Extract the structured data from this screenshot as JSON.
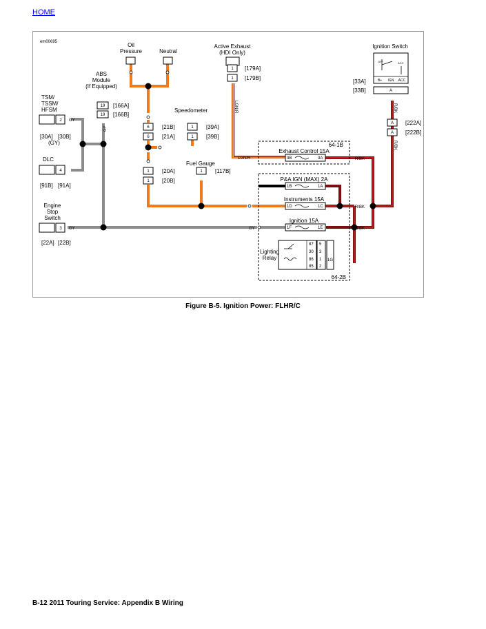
{
  "nav": {
    "home": "HOME"
  },
  "figure": {
    "code": "em00695",
    "caption": "Figure B-5. Ignition Power: FLHR/C",
    "footer": "B-12  2011 Touring Service:  Appendix B Wiring"
  },
  "components": {
    "oil_pressure": [
      "Oil",
      "Pressure"
    ],
    "neutral": "Neutral",
    "abs": [
      "ABS",
      "Module",
      "(If Equipped)"
    ],
    "tsm": [
      "TSM/",
      "TSSM/",
      "HFSM"
    ],
    "dlc": "DLC",
    "engine_stop": [
      "Engine",
      "Stop",
      "Switch"
    ],
    "speedometer": "Speedometer",
    "fuel_gauge": "Fuel Gauge",
    "active_exhaust": [
      "Active Exhaust",
      "(HDI Only)"
    ],
    "ignition_switch": "Ignition Switch",
    "exhaust_fuse": "Exhaust Control 15A",
    "pa_fuse": "P&A IGN (MAX) 2A",
    "instr_fuse": "Instruments 15A",
    "ign_fuse": "Ignition 15A",
    "relay": [
      "Lighting",
      "Relay"
    ],
    "block_641b": "64-1B",
    "block_642b": "64-2B"
  },
  "connectors": {
    "abs_a": "[166A]",
    "abs_b": "[166B]",
    "abs_pin": "19",
    "tsm_a": "[30A]",
    "tsm_b": "[30B]",
    "tsm_gy": "(GY)",
    "tsm_pin": "2",
    "dlc_a": "[91B]",
    "dlc_b": "[91A]",
    "dlc_pin": "4",
    "ess_a": "[22A]",
    "ess_b": "[22B]",
    "ess_pin": "3",
    "c21a": "[21B]",
    "c21b": "[21A]",
    "c21_pin": "6",
    "c20a": "[20A]",
    "c20b": "[20B]",
    "c20_pin": "1",
    "spd_a": "[39A]",
    "spd_b": "[39B]",
    "spd_pin": "1",
    "fuel_a": "[117B]",
    "fuel_pin": "1",
    "ae_a": "[179A]",
    "ae_b": "[179B]",
    "ae_pin": "1",
    "ign_a": "[33A]",
    "ign_b": "[33B]",
    "ign_pin": "A",
    "c222a": "[222A]",
    "c222b": "[222B]",
    "c222_pin": "A",
    "ign_b_plus": "B+",
    "ign_ign": "IGN",
    "ign_acc": "ACC",
    "ign_off": "OFF",
    "ign_acc_top": "ACC"
  },
  "fuse_pins": {
    "ex_in": "3B",
    "ex_out": "3A",
    "pa_in": "1B",
    "pa_out": "1A",
    "in_in": "1D",
    "in_out": "1C",
    "ig_in": "1F",
    "ig_out": "1E",
    "relay_pins": [
      "87",
      "30",
      "86",
      "85"
    ],
    "relay_terms": [
      "5",
      "3",
      "1",
      "2"
    ],
    "relay_out": "1G"
  },
  "wires": {
    "gy": "GY",
    "lgnr": "LGN/R",
    "rbk": "R/BK"
  },
  "colors": {
    "orange": "#f07a1e",
    "gray": "#8c8c8c",
    "dark_red": "#7a0f0f",
    "red": "#d11f1f",
    "black": "#000000"
  }
}
